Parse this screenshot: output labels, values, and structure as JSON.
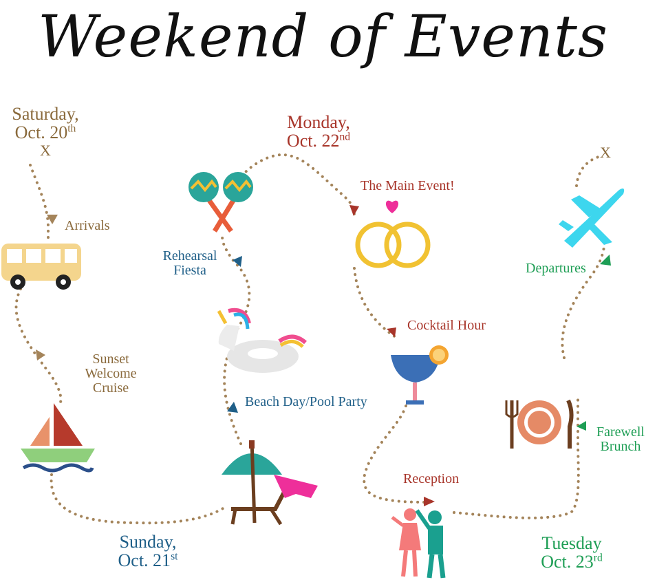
{
  "title": "Weekend of Events",
  "days": {
    "saturday": {
      "line1": "Saturday,",
      "line2": "Oct. 20",
      "sup": "th",
      "mark": "X"
    },
    "sunday": {
      "line1": "Sunday,",
      "line2": "Oct. 21",
      "sup": "st"
    },
    "monday": {
      "line1": "Monday,",
      "line2": "Oct. 22",
      "sup": "nd"
    },
    "tuesday": {
      "line1": "Tuesday",
      "line2": "Oct. 23",
      "sup": "rd"
    },
    "end_mark": "X"
  },
  "events": {
    "arrivals": "Arrivals",
    "sunset_1": "Sunset",
    "sunset_2": "Welcome Cruise",
    "beach": "Beach Day/Pool Party",
    "rehearsal_1": "Rehearsal",
    "rehearsal_2": "Fiesta",
    "main_event": "The Main Event!",
    "cocktail": "Cocktail Hour",
    "reception": "Reception",
    "farewell_1": "Farewell",
    "farewell_2": "Brunch",
    "departures": "Departures"
  },
  "icons": [
    "bus-icon",
    "sailboat-icon",
    "beach-chair-icon",
    "unicorn-float-icon",
    "maracas-icon",
    "rings-icon",
    "cocktail-icon",
    "dancing-couple-icon",
    "plate-icon",
    "airplane-icon"
  ],
  "colors": {
    "path": "#a4845a",
    "saturday": "#8a6a3c",
    "sunday": "#1f5f88",
    "monday": "#a8352a",
    "tuesday": "#1e9e55"
  }
}
